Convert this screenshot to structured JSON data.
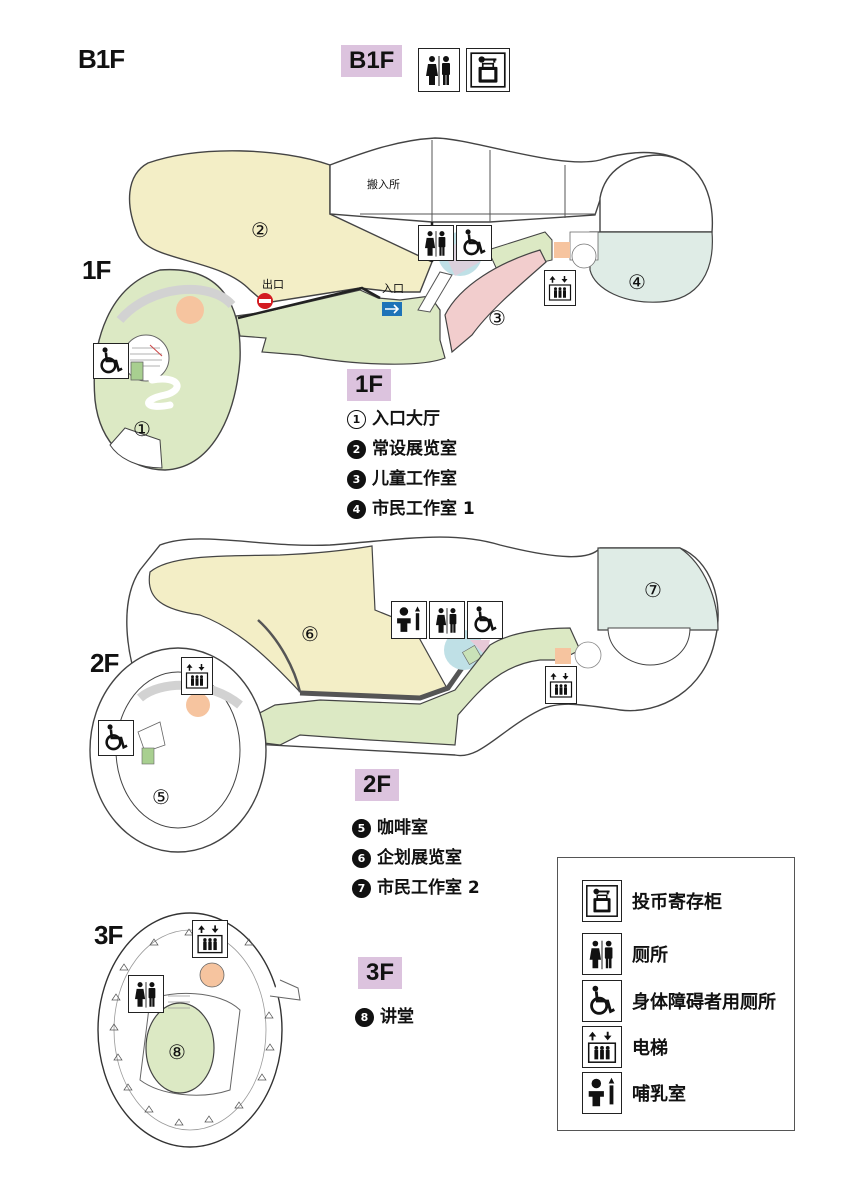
{
  "floors": {
    "b1f": "B1F",
    "f1": "1F",
    "f2": "2F",
    "f3": "3F"
  },
  "chips": {
    "b1f": "B1F",
    "f1": "1F",
    "f2": "2F",
    "f3": "3F"
  },
  "map_labels": {
    "loading": "搬入所",
    "exit": "出口",
    "entrance": "入口",
    "area1": "①",
    "area2": "②",
    "area3": "③",
    "area4": "④",
    "area5": "⑤",
    "area6": "⑥",
    "area7": "⑦",
    "area8": "⑧"
  },
  "list_1f": [
    {
      "num": "1",
      "label": "入口大厅"
    },
    {
      "num": "2",
      "label": "常设展览室"
    },
    {
      "num": "3",
      "label": "儿童工作室"
    },
    {
      "num": "4",
      "label": "市民工作室 1"
    }
  ],
  "list_2f": [
    {
      "num": "5",
      "label": "咖啡室"
    },
    {
      "num": "6",
      "label": "企划展览室"
    },
    {
      "num": "7",
      "label": "市民工作室 2"
    }
  ],
  "list_3f": [
    {
      "num": "8",
      "label": "讲堂"
    }
  ],
  "legend": [
    {
      "icon": "locker-icon",
      "label": "投币寄存柜"
    },
    {
      "icon": "restroom-icon",
      "label": "厕所"
    },
    {
      "icon": "wheelchair-icon",
      "label": "身体障碍者用厕所"
    },
    {
      "icon": "elevator-icon",
      "label": "电梯"
    },
    {
      "icon": "nursing-room-icon",
      "label": "哺乳室"
    }
  ],
  "colors": {
    "exhibit": "#f3eec6",
    "lobby": "#dce9c4",
    "kids": "#f2cdcd",
    "citizen": "#dfece6",
    "chip": "#dcc3de",
    "orange": "#f6c49f",
    "exit_red": "#d31b21",
    "entrance_blue": "#1e73b8"
  }
}
